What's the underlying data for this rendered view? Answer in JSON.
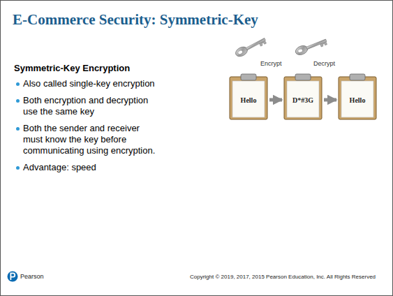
{
  "diagram": {
    "title": "E-Commerce Security: Symmetric-Key",
    "nodes": [
      {
        "text": [
          "Hello"
        ]
      },
      {
        "text": [
          "D*#3G"
        ]
      },
      {
        "text": [
          "Hello"
        ]
      }
    ],
    "edges": [
      {
        "from": 0,
        "to": 1,
        "arrow": "to"
      },
      {
        "from": 1,
        "to": 2,
        "arrow": "to"
      }
    ],
    "labels": [
      "Symmetric-Key Encryption",
      "Also called single-key encryption",
      "Both encryption and decryption use the same key",
      "Both the sender and receiver must know the key before communicating using encryption.",
      "Advantage: speed",
      "Encrypt",
      "Decrypt",
      "Pearson",
      "Copyright © 2019, 2017, 2015 Pearson Education, Inc. All Rights Reserved"
    ]
  }
}
